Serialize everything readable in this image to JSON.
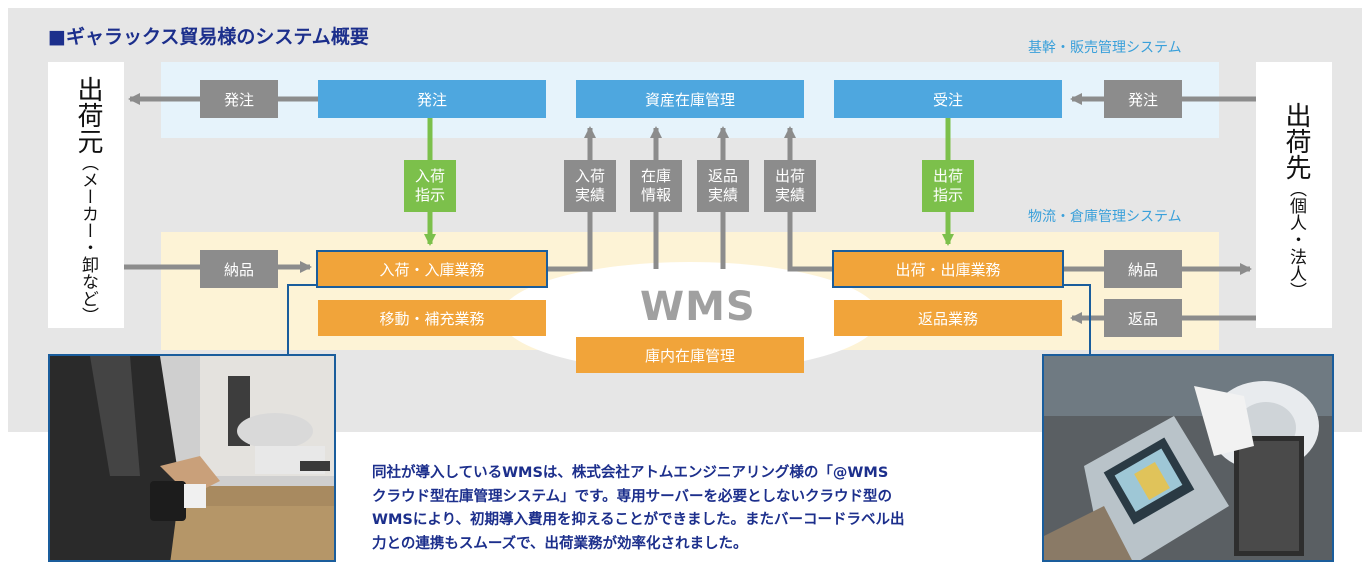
{
  "title": "■ギャラックス貿易様のシステム概要",
  "zones": {
    "core": "基幹・販売管理システム",
    "logistics": "物流・倉庫管理システム"
  },
  "shipper": {
    "main": "出荷元",
    "sub": "（メーカー・卸など）"
  },
  "destination": {
    "main": "出荷先",
    "sub": "（個人・法人）"
  },
  "core_boxes": {
    "order_left": "発注",
    "asset_inventory": "資産在庫管理",
    "order_received": "受注"
  },
  "gray_labels": {
    "order_out": "発注",
    "order_in": "発注",
    "delivery_in": "納品",
    "delivery_out": "納品",
    "return_in": "返品",
    "arrival_result": [
      "入荷",
      "実績"
    ],
    "stock_info": [
      "在庫",
      "情報"
    ],
    "return_result": [
      "返品",
      "実績"
    ],
    "shipping_result": [
      "出荷",
      "実績"
    ]
  },
  "green_labels": {
    "arrival_instruction": [
      "入荷",
      "指示"
    ],
    "shipping_instruction": [
      "出荷",
      "指示"
    ]
  },
  "wms": {
    "label": "WMS",
    "receiving": "入荷・入庫業務",
    "transfer": "移動・補充業務",
    "shipping": "出荷・出庫業務",
    "returns": "返品業務",
    "internal_inventory": "庫内在庫管理"
  },
  "description": [
    "同社が導入しているWMSは、株式会社アトムエンジニアリング様の「@WMS",
    "クラウド型在庫管理システム」です。専用サーバーを必要としないクラウド型の",
    "WMSにより、初期導入費用を抑えることができました。またバーコードラベル出",
    "力との連携もスムーズで、出荷業務が効率化されました。"
  ],
  "colors": {
    "blue": "#4ea7df",
    "gray": "#8c8c8c",
    "green": "#7cc04b",
    "orange": "#f1a43a",
    "outline": "#1a5d9c",
    "title": "#1c2f8c"
  },
  "photos": {
    "left": "worker-scanning-package-photo",
    "right": "handheld-barcode-scanner-photo"
  }
}
